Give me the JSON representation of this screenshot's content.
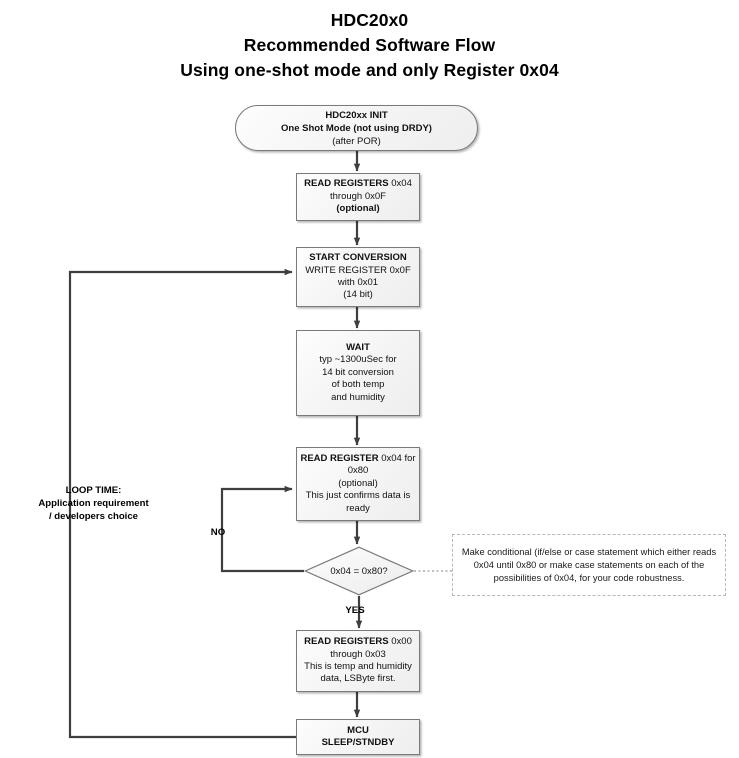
{
  "title": {
    "line1": "HDC20x0",
    "line2": "Recommended Software Flow",
    "line3": "Using one-shot mode and only Register 0x04"
  },
  "nodes": {
    "init": {
      "shape": "rounded-rectangle",
      "line1": "HDC20xx INIT",
      "line2": "One Shot Mode (not using DRDY)",
      "line3": "(after POR)"
    },
    "read_registers_04_0f": {
      "shape": "rectangle",
      "line1_bold": "READ REGISTERS",
      "line1_rest": " 0x04",
      "line2": "through 0x0F",
      "line3": "(optional)"
    },
    "start_conversion": {
      "shape": "rectangle",
      "line1": "START CONVERSION",
      "line2": "WRITE REGISTER 0x0F",
      "line3": "with 0x01",
      "line4": "(14 bit)"
    },
    "wait": {
      "shape": "rectangle",
      "line1": "WAIT",
      "line2": "typ ~1300uSec for",
      "line3": "14 bit conversion",
      "line4": "of both temp",
      "line5": "and humidity"
    },
    "read_register_04": {
      "shape": "rectangle",
      "line1_bold": "READ REGISTER",
      "line1_rest": " 0x04 for",
      "line2": "0x80",
      "line3": "(optional)",
      "line4": "This just confirms data is",
      "line5": "ready"
    },
    "decision": {
      "shape": "diamond",
      "label": "0x04 = 0x80?"
    },
    "read_registers_00_03": {
      "shape": "rectangle",
      "line1_bold": "READ REGISTERS",
      "line1_rest": " 0x00",
      "line2": "through 0x03",
      "line3": "This is temp and humidity",
      "line4": "data, LSByte first."
    },
    "mcu": {
      "shape": "rectangle",
      "line1": "MCU",
      "line2": "SLEEP/STNDBY"
    }
  },
  "labels": {
    "loop_time": "LOOP TIME:\nApplication requirement\n/ developers choice",
    "no": "NO",
    "yes": "YES"
  },
  "note": {
    "text": "Make conditional (if/else or case statement which either reads 0x04 until 0x80 or make case statements on each of the possibilities of 0x04, for your code robustness."
  },
  "colors": {
    "node_border": "#7a7a7a",
    "node_fill": "#f4f4f4",
    "connector": "#3f3f3f",
    "note_border": "#b8b8b8",
    "background": "#ffffff",
    "text": "#000000"
  }
}
